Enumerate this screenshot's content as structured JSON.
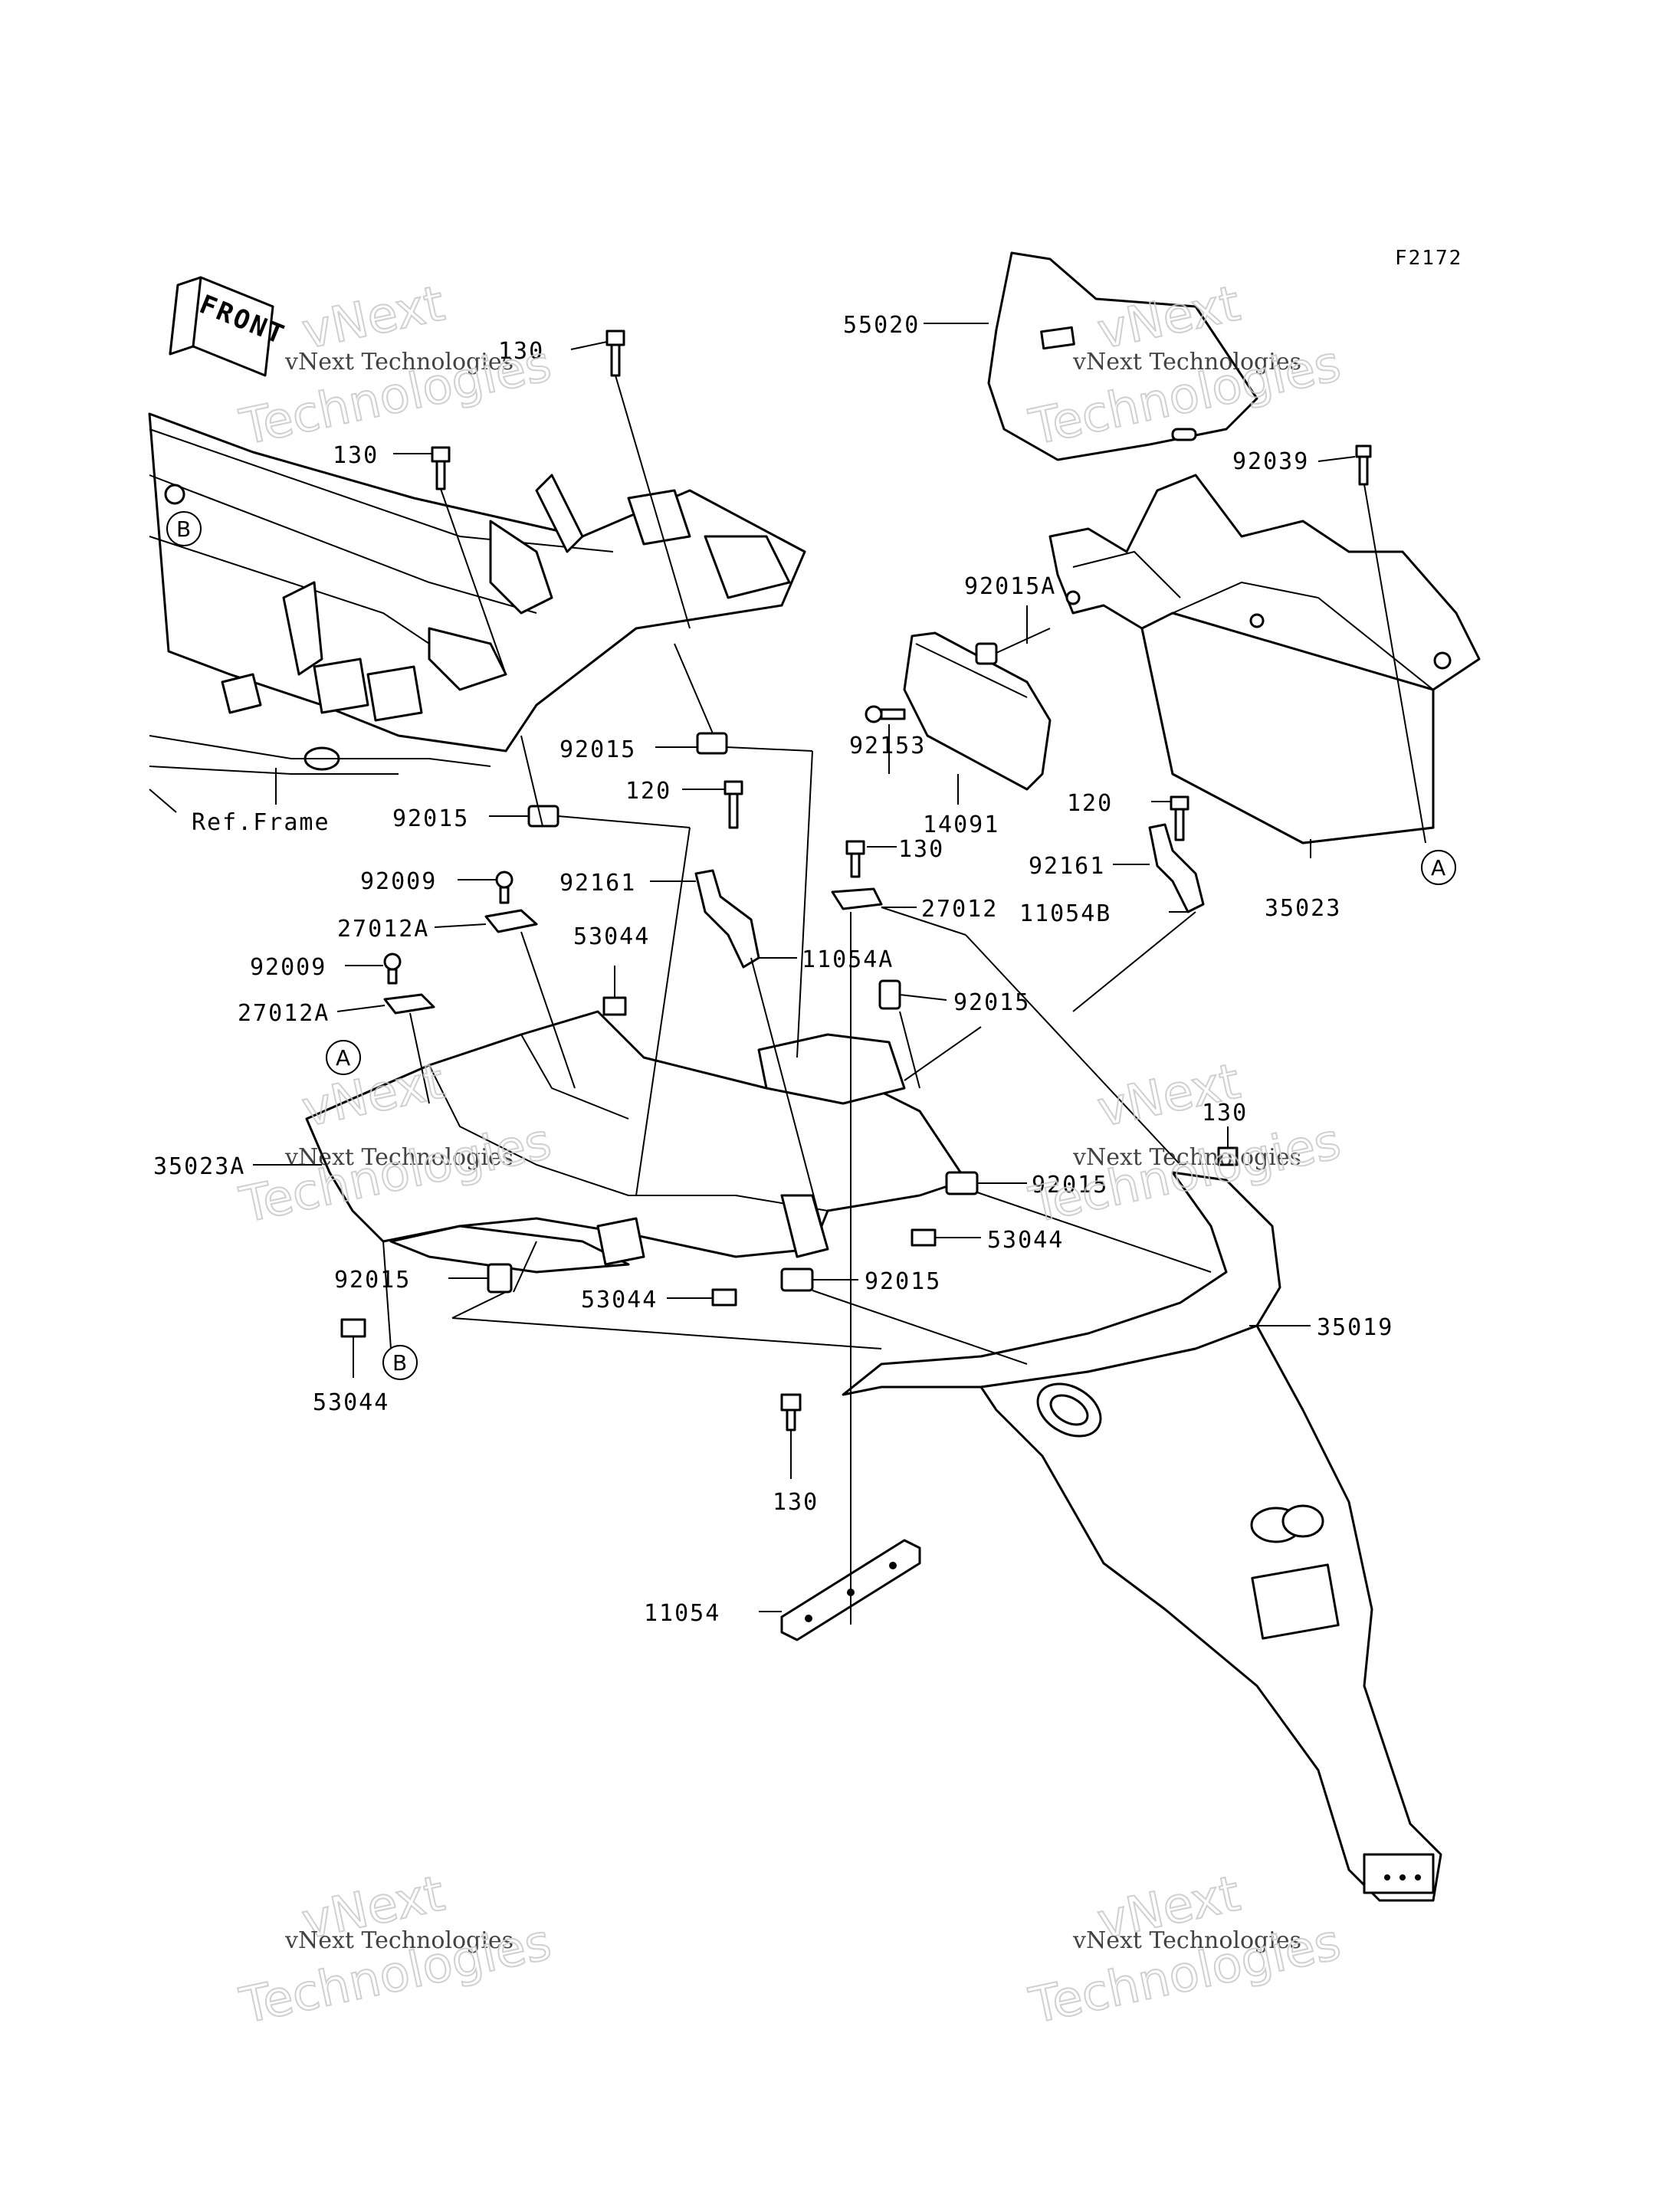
{
  "figure_code": "F2172",
  "front_badge": "FRONT",
  "ref_frame": "Ref.Frame",
  "watermark": {
    "line1": "vNext",
    "line2": "vNext Technologies",
    "line3": "Technologies"
  },
  "callouts": {
    "A": "A",
    "B": "B"
  },
  "labels": {
    "p55020": "55020",
    "p92039": "92039",
    "p92015A": "92015A",
    "p92153": "92153",
    "p14091": "14091",
    "p120_right": "120",
    "p92161_right": "92161",
    "p11054B": "11054B",
    "p35023": "35023",
    "p130_top": "130",
    "p130_second": "130",
    "p92015_a": "92015",
    "p92015_b": "92015",
    "p120_mid": "120",
    "p130_mid": "130",
    "p27012": "27012",
    "p92161_mid": "92161",
    "p11054A": "11054A",
    "p92009_a": "92009",
    "p27012A_a": "27012A",
    "p53044_a": "53044",
    "p92009_b": "92009",
    "p27012A_b": "27012A",
    "p92015_c": "92015",
    "p35023A": "35023A",
    "p130_right": "130",
    "p92015_d": "92015",
    "p53044_b": "53044",
    "p92015_e": "92015",
    "p92015_f": "92015",
    "p53044_c": "53044",
    "p35019": "35019",
    "p53044_d": "53044",
    "p130_bottom": "130",
    "p11054": "11054"
  }
}
